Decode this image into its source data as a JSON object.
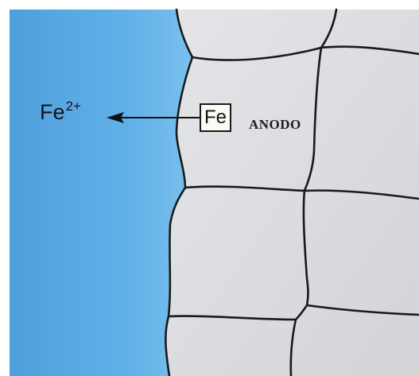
{
  "ion": {
    "symbol": "Fe",
    "charge": "2+"
  },
  "metal_box": {
    "symbol": "Fe"
  },
  "electrode_label": "ANODO",
  "colors": {
    "solution": "#5aaae4",
    "metal_grain": "#dcdde0",
    "grain_boundary": "#1a1a1a",
    "arrow": "#111111"
  }
}
